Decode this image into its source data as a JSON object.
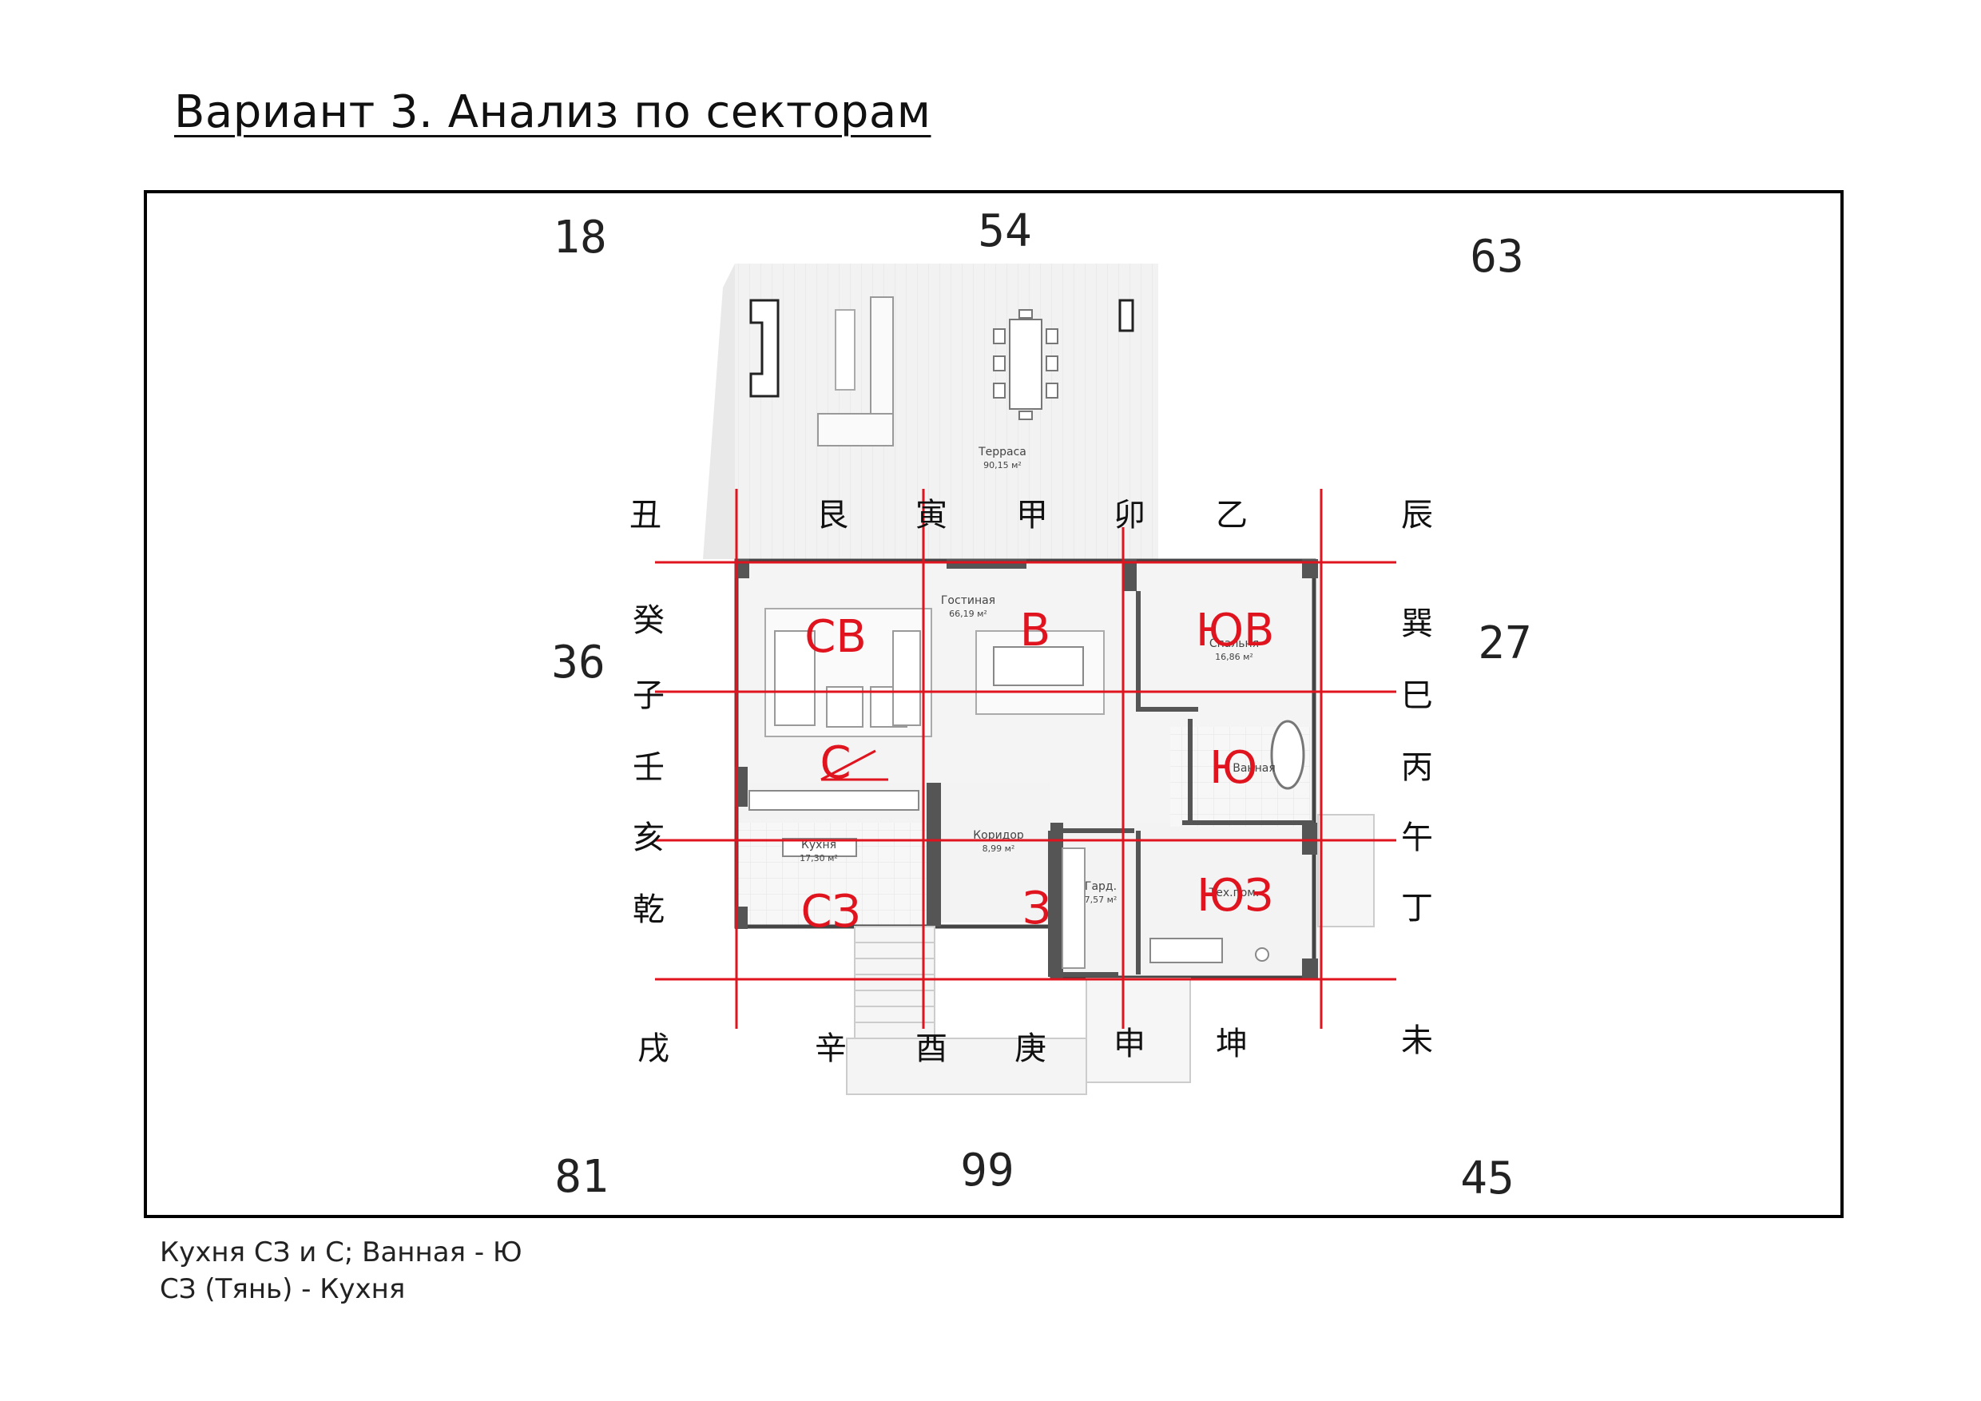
{
  "title": "Вариант 3. Анализ по секторам",
  "numbers": {
    "top_left": "18",
    "top_center": "54",
    "top_right": "63",
    "middle_left": "36",
    "middle_right": "27",
    "bottom_left": "81",
    "bottom_center": "99",
    "bottom_right": "45"
  },
  "mountains": {
    "top": [
      "丑",
      "艮",
      "寅",
      "甲",
      "卯",
      "乙",
      "辰"
    ],
    "left": [
      "癸",
      "子",
      "壬",
      "亥",
      "乾"
    ],
    "right": [
      "巽",
      "巳",
      "丙",
      "午",
      "丁"
    ],
    "bottom": [
      "戌",
      "辛",
      "酉",
      "庚",
      "申",
      "坤",
      "未"
    ]
  },
  "sectors": {
    "ne": "СВ",
    "e": "В",
    "se": "ЮВ",
    "n": "С",
    "s": "Ю",
    "nw": "СЗ",
    "w": "З",
    "sw": "ЮЗ"
  },
  "rooms": {
    "terrace": {
      "name": "Терраса",
      "area": "90,15 м²"
    },
    "living": {
      "name": "Гостиная",
      "area": "66,19 м²"
    },
    "bedroom": {
      "name": "Спальня",
      "area": "16,86 м²"
    },
    "bath": {
      "name": "Ванная"
    },
    "kitchen": {
      "name": "Кухня",
      "area": "17,30 м²"
    },
    "corridor": {
      "name": "Коридор",
      "area": "8,99 м²"
    },
    "wardrobe": {
      "name": "Гард.",
      "area": "7,57 м²"
    },
    "tech": {
      "name": "Тех.пом."
    }
  },
  "notes": [
    "Кухня СЗ и С; Ванная  - Ю",
    "СЗ (Тянь) - Кухня"
  ],
  "colors": {
    "grid_line": "#e0141e",
    "frame": "#000000"
  }
}
